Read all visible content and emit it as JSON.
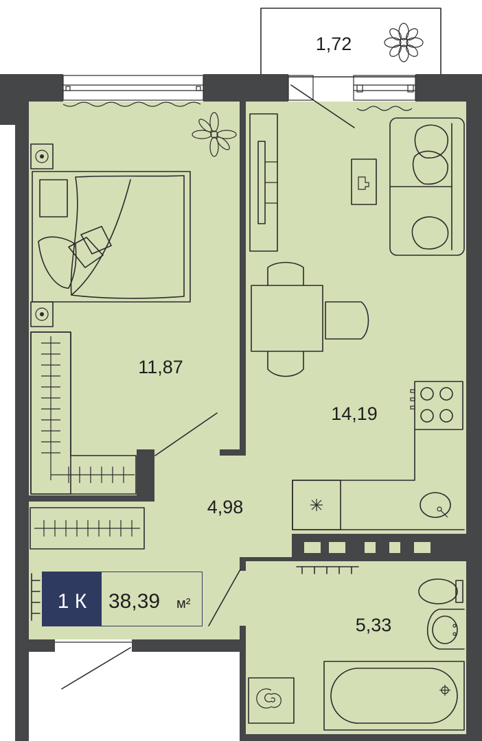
{
  "colors": {
    "floor": "#d5dfb6",
    "wall": "#454648",
    "line": "#2b2b2b",
    "badge_dark": "#2e3a5f",
    "badge_light": "#d5dfb6"
  },
  "rooms": {
    "balcony": {
      "area": "1,72"
    },
    "bedroom": {
      "area": "11,87"
    },
    "living_kitchen": {
      "area": "14,19"
    },
    "hallway": {
      "area": "4,98"
    },
    "bathroom": {
      "area": "5,33"
    }
  },
  "badge": {
    "rooms": "1 К",
    "total_area": "38,39",
    "unit": "м²"
  },
  "icons": [
    "flower-icon",
    "bed-icon",
    "sofa-icon",
    "tv-icon",
    "table-icon",
    "chair-icon",
    "stove-icon",
    "sink-icon",
    "fridge-icon",
    "toilet-icon",
    "bathtub-icon",
    "boiler-icon",
    "wardrobe-icon",
    "nightstand-icon",
    "window-icon",
    "door-icon"
  ]
}
